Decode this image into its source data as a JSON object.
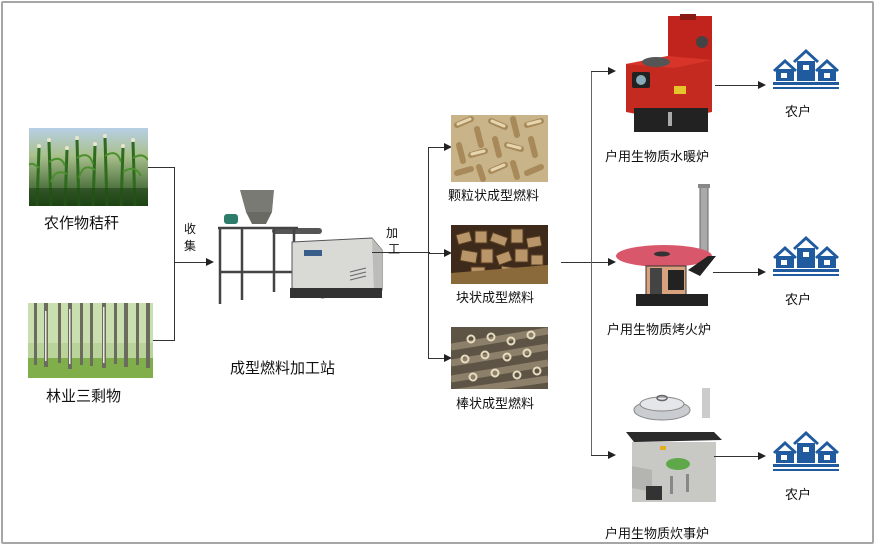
{
  "diagram": {
    "type": "flow",
    "sources": [
      {
        "id": "crop-straw",
        "label": "农作物秸秆",
        "image": "corn-field-photo"
      },
      {
        "id": "forestry-residue",
        "label": "林业三剩物",
        "image": "poplar-forest-photo"
      }
    ],
    "edge_collect_label": "收集",
    "edge_collect_chars": [
      "收",
      "集"
    ],
    "station": {
      "label": "成型燃料加工站",
      "image": "pellet-machine-photo"
    },
    "edge_process_label": "加工",
    "edge_process_chars": [
      "加",
      "工"
    ],
    "fuels": [
      {
        "id": "pellet",
        "label": "颗粒状成型燃料",
        "image": "pellet-fuel-photo"
      },
      {
        "id": "block",
        "label": "块状成型燃料",
        "image": "block-fuel-photo"
      },
      {
        "id": "rod",
        "label": "棒状成型燃料",
        "image": "rod-fuel-photo"
      }
    ],
    "stoves": [
      {
        "id": "water-heating",
        "label": "户用生物质水暖炉",
        "image": "red-water-heater-stove"
      },
      {
        "id": "fire-roasting",
        "label": "户用生物质烤火炉",
        "image": "round-table-heater-stove"
      },
      {
        "id": "cooking",
        "label": "户用生物质炊事炉",
        "image": "cooking-stove-with-wok"
      }
    ],
    "households": [
      {
        "label": "农户",
        "icon": "houses-icon"
      },
      {
        "label": "农户",
        "icon": "houses-icon"
      },
      {
        "label": "农户",
        "icon": "houses-icon"
      }
    ],
    "colors": {
      "house_blue": "#1f5b9e",
      "border": "#a6a6a6",
      "stove_red": "#c0241c",
      "line": "#333333"
    }
  }
}
